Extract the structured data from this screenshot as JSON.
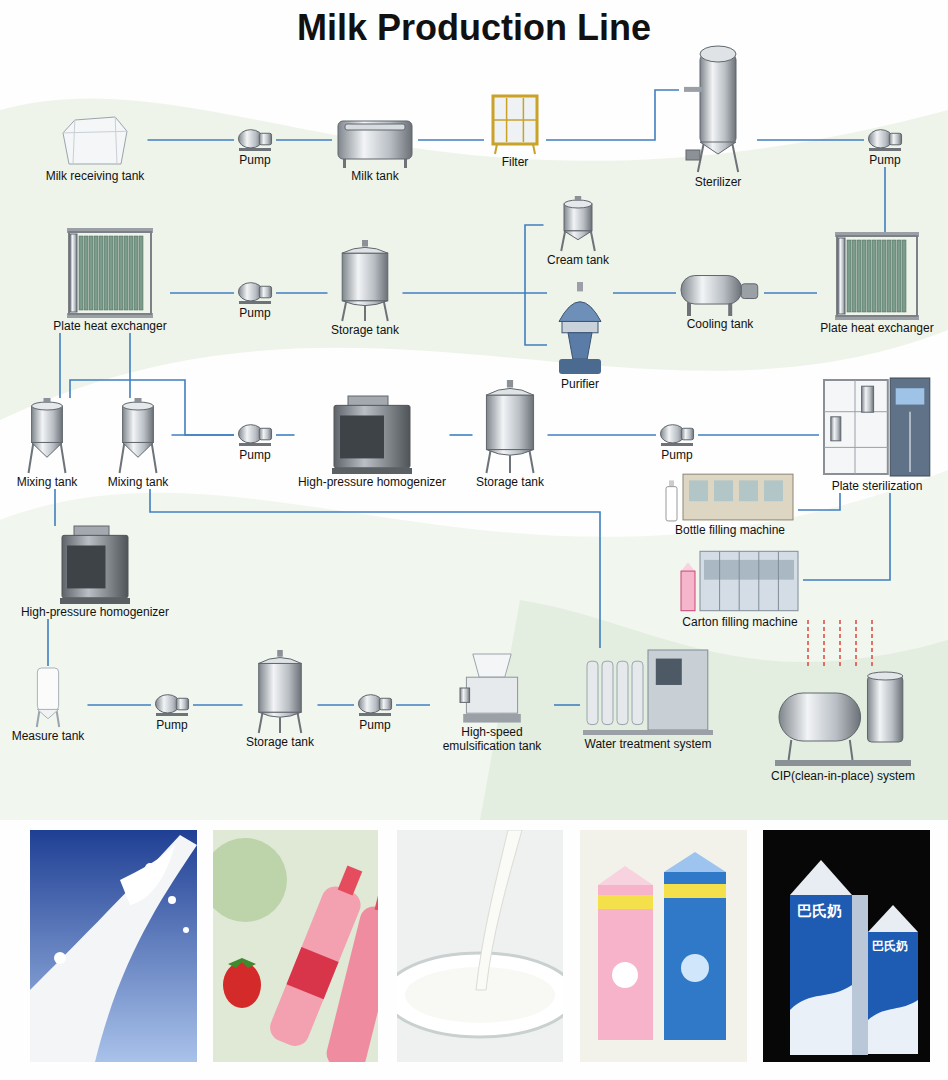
{
  "diagram": {
    "title": "Milk Production Line",
    "nodes": [
      {
        "text": [
          "Milk receiving tank"
        ]
      },
      {
        "text": [
          "Pump"
        ]
      },
      {
        "text": [
          "Milk tank"
        ]
      },
      {
        "text": [
          "Filter"
        ]
      },
      {
        "text": [
          "Sterilizer"
        ]
      },
      {
        "text": [
          "Pump"
        ]
      },
      {
        "text": [
          "Cream tank"
        ]
      },
      {
        "text": [
          "Plate heat exchanger"
        ]
      },
      {
        "text": [
          "Pump"
        ]
      },
      {
        "text": [
          "Storage tank"
        ]
      },
      {
        "text": [
          "Cooling tank"
        ]
      },
      {
        "text": [
          "Plate heat exchanger"
        ]
      },
      {
        "text": [
          "Purifier"
        ]
      },
      {
        "text": [
          "Mixing tank"
        ]
      },
      {
        "text": [
          "Mixing tank"
        ]
      },
      {
        "text": [
          "Pump"
        ]
      },
      {
        "text": [
          "High-pressure homogenizer"
        ]
      },
      {
        "text": [
          "Storage tank"
        ]
      },
      {
        "text": [
          "Pump"
        ]
      },
      {
        "text": [
          "Plate sterilization"
        ]
      },
      {
        "text": [
          "Bottle filling machine"
        ]
      },
      {
        "text": [
          "High-pressure homogenizer"
        ]
      },
      {
        "text": [
          "Carton filling machine"
        ]
      },
      {
        "text": [
          "Measure tank"
        ]
      },
      {
        "text": [
          "Pump"
        ]
      },
      {
        "text": [
          "Storage tank"
        ]
      },
      {
        "text": [
          "Pump"
        ]
      },
      {
        "text": [
          "High-speed emulsification tank"
        ]
      },
      {
        "text": [
          "Water treatment system"
        ]
      },
      {
        "text": [
          "CIP(clean-in-place) system"
        ]
      }
    ],
    "edges": [
      {
        "from": 0,
        "to": 1,
        "arrow": "none"
      },
      {
        "from": 1,
        "to": 2,
        "arrow": "none"
      },
      {
        "from": 2,
        "to": 3,
        "arrow": "none"
      },
      {
        "from": 3,
        "to": 4,
        "arrow": "none"
      },
      {
        "from": 4,
        "to": 5,
        "arrow": "none"
      },
      {
        "from": 5,
        "to": 11,
        "arrow": "none"
      },
      {
        "from": 11,
        "to": 10,
        "arrow": "none"
      },
      {
        "from": 10,
        "to": 12,
        "arrow": "none"
      },
      {
        "from": 12,
        "to": 6,
        "arrow": "none"
      },
      {
        "from": 12,
        "to": 9,
        "arrow": "none"
      },
      {
        "from": 9,
        "to": 8,
        "arrow": "none"
      },
      {
        "from": 8,
        "to": 7,
        "arrow": "none"
      },
      {
        "from": 7,
        "to": 13,
        "arrow": "none"
      },
      {
        "from": 7,
        "to": 14,
        "arrow": "none"
      },
      {
        "from": 13,
        "to": 15,
        "arrow": "none"
      },
      {
        "from": 14,
        "to": 15,
        "arrow": "none"
      },
      {
        "from": 15,
        "to": 16,
        "arrow": "none"
      },
      {
        "from": 16,
        "to": 17,
        "arrow": "none"
      },
      {
        "from": 17,
        "to": 18,
        "arrow": "none"
      },
      {
        "from": 18,
        "to": 19,
        "arrow": "none"
      },
      {
        "from": 19,
        "to": 20,
        "arrow": "none"
      },
      {
        "from": 19,
        "to": 22,
        "arrow": "none"
      },
      {
        "from": 28,
        "to": 27,
        "arrow": "none"
      },
      {
        "from": 27,
        "to": 26,
        "arrow": "none"
      },
      {
        "from": 26,
        "to": 25,
        "arrow": "none"
      },
      {
        "from": 25,
        "to": 24,
        "arrow": "none"
      },
      {
        "from": 24,
        "to": 23,
        "arrow": "none"
      },
      {
        "from": 23,
        "to": 21,
        "arrow": "none"
      },
      {
        "from": 21,
        "to": 13,
        "arrow": "none"
      },
      {
        "from": 28,
        "to": 14,
        "arrow": "none"
      }
    ],
    "labels": [
      "巴氏奶",
      "巴氏奶"
    ]
  }
}
